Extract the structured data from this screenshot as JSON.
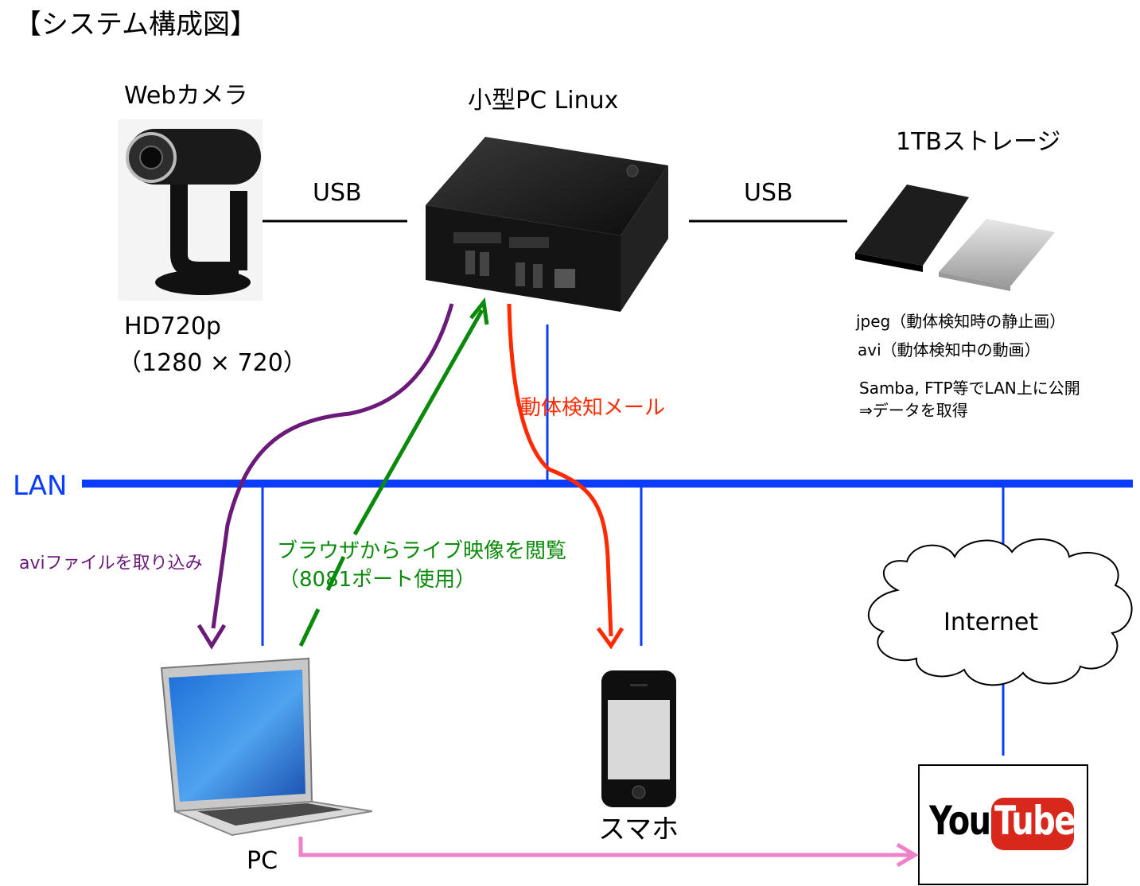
{
  "title": "【システム構成図】",
  "webcam": {
    "label": "Webカメラ",
    "resolution": "HD720p",
    "resolution_detail": "（1280 × 720）"
  },
  "mini_pc": {
    "label": "小型PC Linux"
  },
  "storage": {
    "label": "1TBストレージ",
    "note_1": "jpeg（動体検知時の静止画）",
    "note_2": "avi（動体検知中の動画）",
    "note_3": "Samba, FTP等でLAN上に公開",
    "note_4": "⇒データを取得"
  },
  "connections": {
    "usb_left": "USB",
    "usb_right": "USB"
  },
  "network": {
    "lan_label": "LAN",
    "internet_label": "Internet"
  },
  "flows": {
    "motion_mail": "動体検知メール",
    "avi_import": "aviファイルを取り込み",
    "browser_live_1": "ブラウザからライブ映像を閲覧",
    "browser_live_2": "（8081ポート使用）"
  },
  "devices": {
    "pc_label": "PC",
    "smartphone_label": "スマホ"
  },
  "youtube": {
    "logo_you": "You",
    "logo_tube": "Tube"
  },
  "colors": {
    "lan": "#0a3cff",
    "purple_flow": "#6b1a7a",
    "green_flow": "#0a8a0a",
    "red_flow": "#ff2a00",
    "pink_flow": "#ee82c8",
    "youtube_red": "#d8281c"
  }
}
